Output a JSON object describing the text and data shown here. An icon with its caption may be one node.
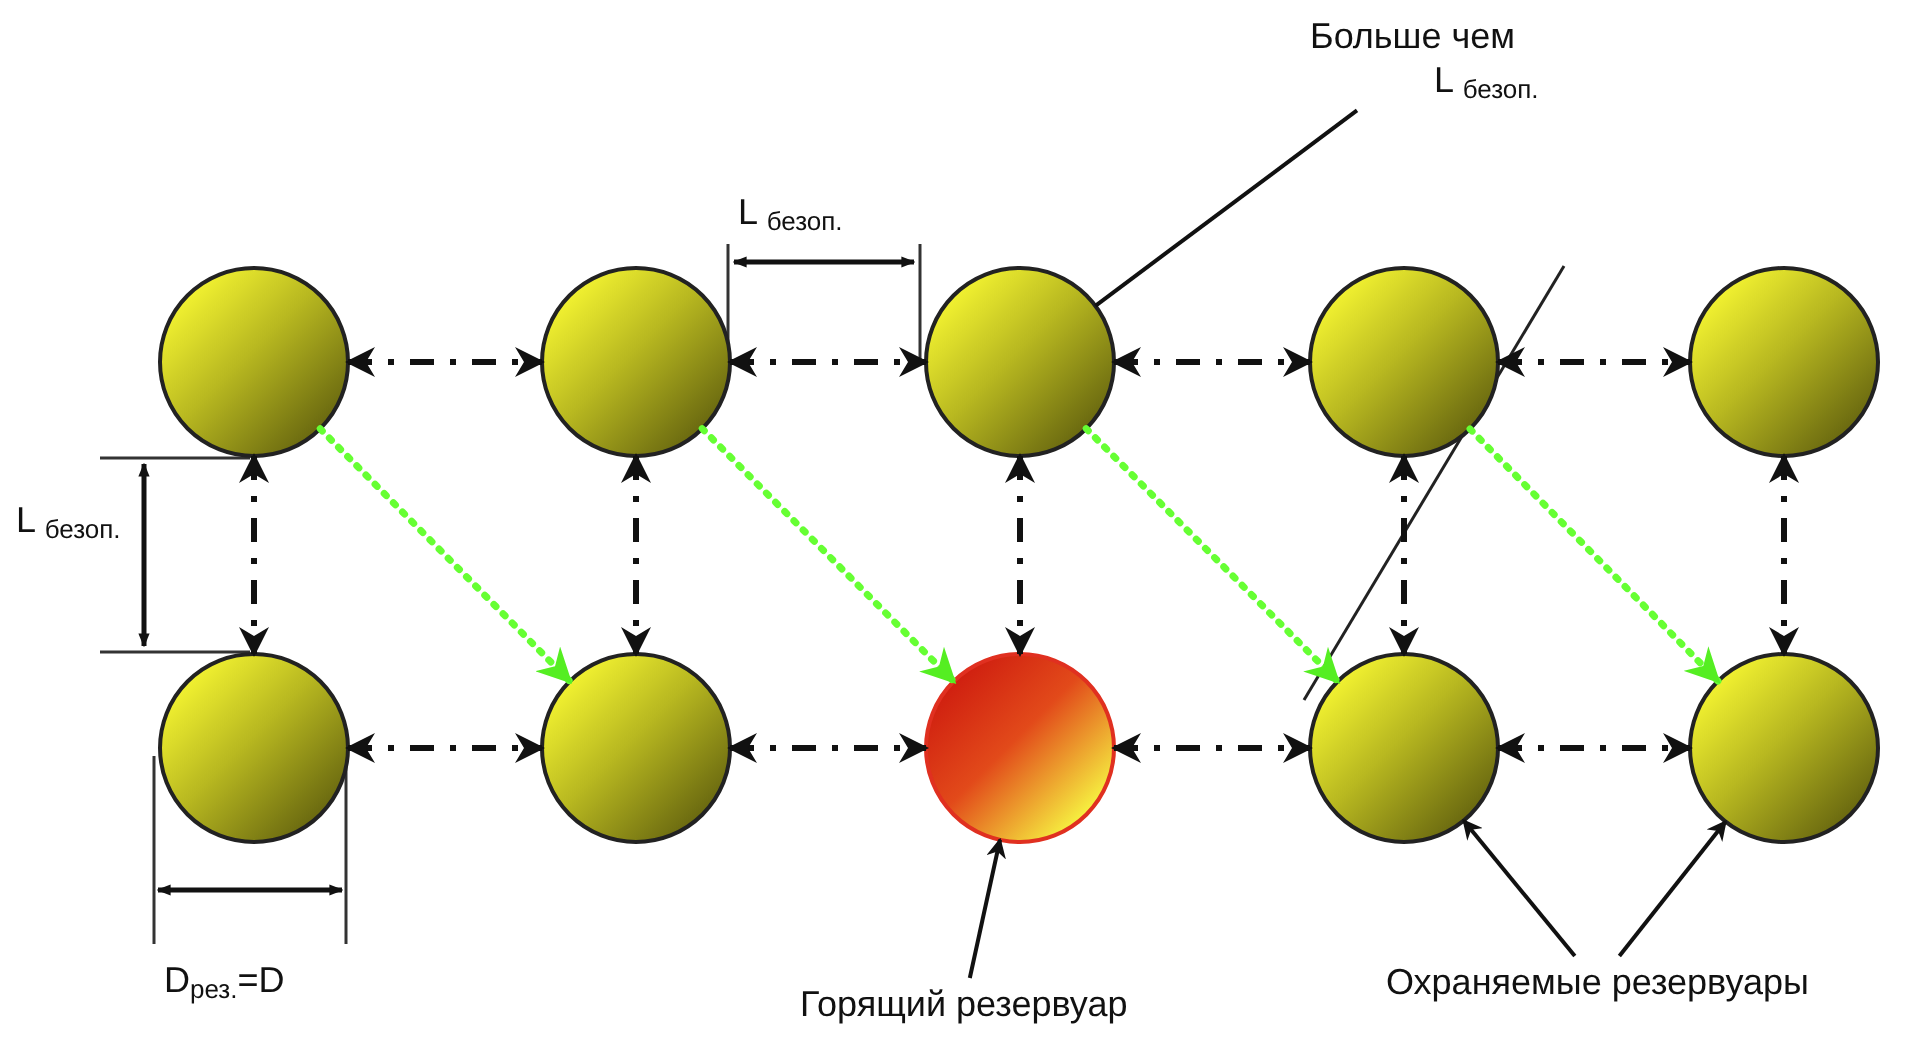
{
  "diagram": {
    "nodes": [
      {
        "text": [],
        "shape": "circle"
      },
      {
        "text": [],
        "shape": "circle"
      },
      {
        "text": [],
        "shape": "circle"
      },
      {
        "text": [],
        "shape": "circle"
      },
      {
        "text": [],
        "shape": "circle"
      },
      {
        "text": [],
        "shape": "circle"
      },
      {
        "text": [],
        "shape": "circle"
      },
      {
        "text": [],
        "shape": "circle"
      },
      {
        "text": [],
        "shape": "circle"
      },
      {
        "text": [],
        "shape": "circle"
      },
      {
        "text": [
          "Больше чем",
          "L $_{безоп.}$"
        ]
      },
      {
        "text": [
          "Горящий резервуар"
        ]
      },
      {
        "text": [
          "Охраняемые резервуары"
        ]
      }
    ],
    "edges": [
      {
        "from": 0,
        "to": 1,
        "arrow": "both",
        "style": "dashed"
      },
      {
        "from": 1,
        "to": 2,
        "arrow": "both",
        "style": "dashed"
      },
      {
        "from": 2,
        "to": 3,
        "arrow": "both",
        "style": "dashed"
      },
      {
        "from": 3,
        "to": 4,
        "arrow": "both",
        "style": "dashed"
      },
      {
        "from": 0,
        "to": 5,
        "arrow": "both",
        "style": "dashed"
      },
      {
        "from": 1,
        "to": 6,
        "arrow": "both",
        "style": "dashed"
      },
      {
        "from": 2,
        "to": 7,
        "arrow": "both",
        "style": "dashed"
      },
      {
        "from": 3,
        "to": 8,
        "arrow": "both",
        "style": "dashed"
      },
      {
        "from": 4,
        "to": 9,
        "arrow": "both",
        "style": "dashed"
      },
      {
        "from": 5,
        "to": 6,
        "arrow": "both",
        "style": "dashed"
      },
      {
        "from": 6,
        "to": 7,
        "arrow": "both",
        "style": "dashed"
      },
      {
        "from": 7,
        "to": 8,
        "arrow": "both",
        "style": "dashed"
      },
      {
        "from": 8,
        "to": 9,
        "arrow": "both",
        "style": "dashed"
      },
      {
        "from": 0,
        "to": 6,
        "arrow": "to",
        "style": "dashed",
        "color": "#66ff33"
      },
      {
        "from": 1,
        "to": 7,
        "arrow": "to",
        "style": "dashed",
        "color": "#66ff33"
      },
      {
        "from": 2,
        "to": 8,
        "arrow": "to",
        "style": "dashed",
        "color": "#66ff33"
      },
      {
        "from": 3,
        "to": 9,
        "arrow": "to",
        "style": "dashed",
        "color": "#66ff33"
      },
      {
        "from": 10,
        "to": 2,
        "arrow": "none"
      },
      {
        "from": 11,
        "to": 7,
        "arrow": "to"
      },
      {
        "from": 12,
        "to": 8,
        "arrow": "to"
      },
      {
        "from": 12,
        "to": 9,
        "arrow": "to"
      }
    ],
    "labels": [
      "L $_{безоп.}$",
      "L $_{безоп.}$",
      "D$_{рез.}$=D"
    ]
  }
}
